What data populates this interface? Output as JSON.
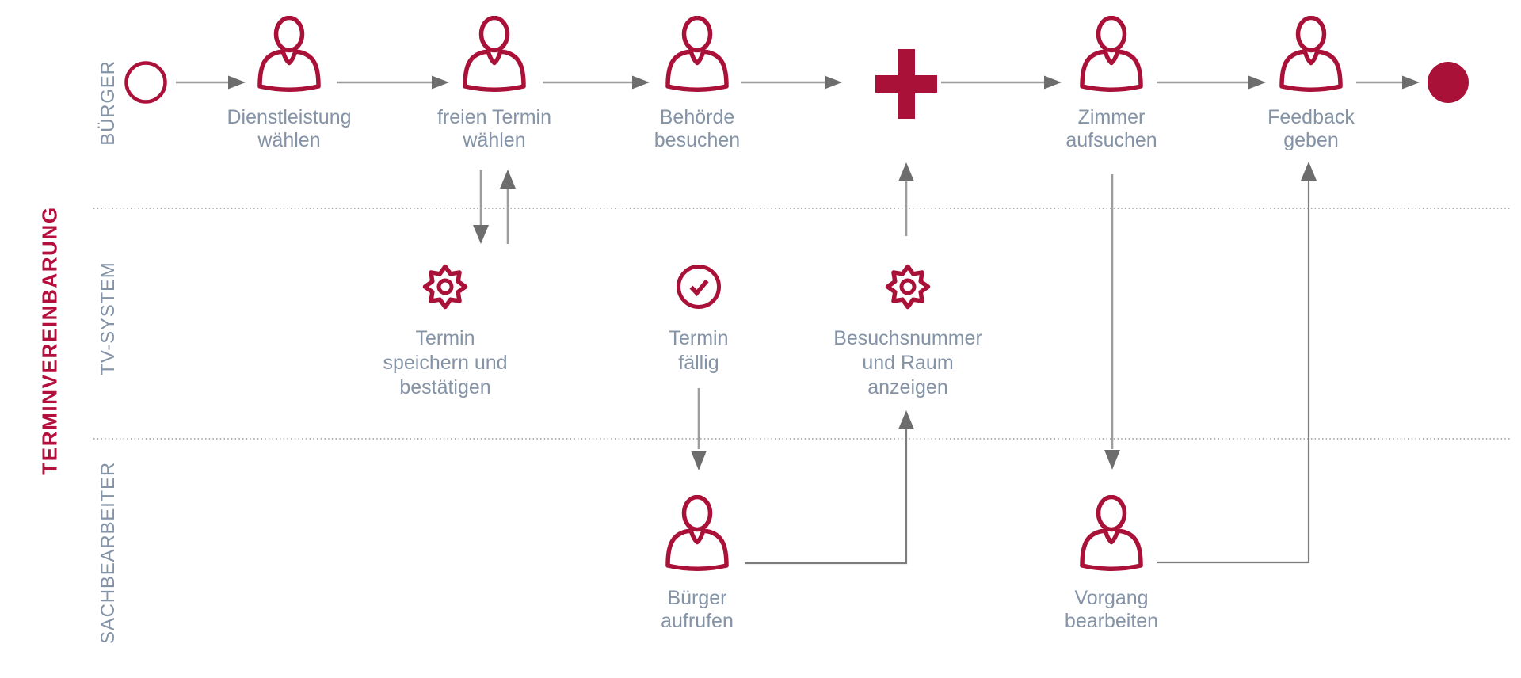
{
  "title": "TERMINVEREINBARUNG",
  "lanes": [
    {
      "id": "buerger",
      "label": "BÜRGER"
    },
    {
      "id": "tv-system",
      "label": "TV-SYSTEM"
    },
    {
      "id": "sachbearbeiter",
      "label": "SACHBEARBEITER"
    }
  ],
  "nodes": [
    {
      "id": "start-event",
      "lane": "BÜRGER",
      "type": "start-event",
      "icon": "start-circle-icon",
      "label": ""
    },
    {
      "id": "dienstleistung-waehlen",
      "lane": "BÜRGER",
      "type": "user-task",
      "icon": "person-icon",
      "label": "Dienstleistung\nwählen"
    },
    {
      "id": "freien-termin-waehlen",
      "lane": "BÜRGER",
      "type": "user-task",
      "icon": "person-icon",
      "label": "freien Termin\nwählen"
    },
    {
      "id": "behoerde-besuchen",
      "lane": "BÜRGER",
      "type": "user-task",
      "icon": "person-icon",
      "label": "Behörde\nbesuchen"
    },
    {
      "id": "parallel-gateway",
      "lane": "BÜRGER",
      "type": "gateway",
      "icon": "plus-gateway-icon",
      "label": ""
    },
    {
      "id": "zimmer-aufsuchen",
      "lane": "BÜRGER",
      "type": "user-task",
      "icon": "person-icon",
      "label": "Zimmer\naufsuchen"
    },
    {
      "id": "feedback-geben",
      "lane": "BÜRGER",
      "type": "user-task",
      "icon": "person-icon",
      "label": "Feedback\ngeben"
    },
    {
      "id": "end-event",
      "lane": "BÜRGER",
      "type": "end-event",
      "icon": "end-circle-icon",
      "label": ""
    },
    {
      "id": "termin-speichern",
      "lane": "TV-SYSTEM",
      "type": "system-task",
      "icon": "gear-icon",
      "label": "Termin\nspeichern und\nbestätigen"
    },
    {
      "id": "termin-faellig",
      "lane": "TV-SYSTEM",
      "type": "timer-event",
      "icon": "clock-check-icon",
      "label": "Termin\nfällig"
    },
    {
      "id": "besuchsnummer-anzeigen",
      "lane": "TV-SYSTEM",
      "type": "system-task",
      "icon": "gear-icon",
      "label": "Besuchsnummer\nund Raum\nanzeigen"
    },
    {
      "id": "buerger-aufrufen",
      "lane": "SACHBEARBEITER",
      "type": "user-task",
      "icon": "person-icon",
      "label": "Bürger\naufrufen"
    },
    {
      "id": "vorgang-bearbeiten",
      "lane": "SACHBEARBEITER",
      "type": "user-task",
      "icon": "person-icon",
      "label": "Vorgang\nbearbeiten"
    }
  ],
  "colors": {
    "accent_crimson": "#a91138",
    "title_crimson": "#b30f3c",
    "label_gray": "#8493a5",
    "arrow_line": "#9d9d9d",
    "arrow_head": "#6d6d6d",
    "elbow_line": "#7d7d7d",
    "separator_dotted": "#999999"
  }
}
